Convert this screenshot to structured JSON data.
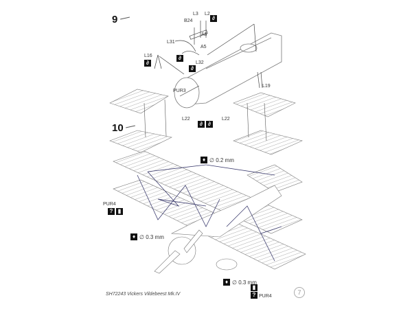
{
  "steps": {
    "step9": "9",
    "step10": "10"
  },
  "step9_parts": {
    "b24": "B24",
    "l3": "L3",
    "l2": "L2",
    "a6": "A6",
    "a5": "A5",
    "l31": "L31",
    "l16": "L16",
    "l32": "L32",
    "pur3": "PUR3",
    "l19": "L19"
  },
  "step10_parts": {
    "l22_left": "L22",
    "l22_right": "L22",
    "pur4_left": "PUR4",
    "pur4_right": "PUR4"
  },
  "rigging": {
    "top": "∅ 0.2 mm",
    "left": "∅ 0.3 mm",
    "bottom": "∅ 0.3 mm"
  },
  "icons": {
    "glue": "glue-icon",
    "optional": "question-icon",
    "rigging": "rigging-wire-icon"
  },
  "footer": {
    "caption": "SH72243 Vickers Vildebeest Mk.IV",
    "page": "7"
  }
}
